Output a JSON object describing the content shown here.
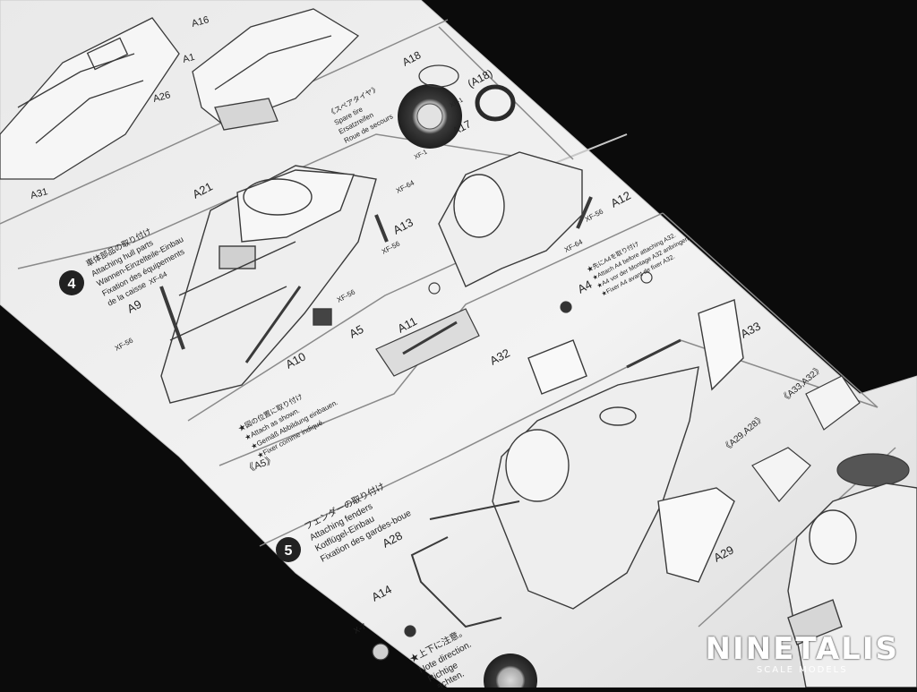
{
  "photo": {
    "background_color": "#0b0b0b",
    "paper_color": "#efefef",
    "line_color": "#3a3a3a",
    "part_fill": "#bdbdbd"
  },
  "watermark": {
    "brand": "NINETALIS",
    "sub": "SCALE MODELS"
  },
  "sheet": {
    "step4": {
      "number": "4",
      "titles": [
        "車体部品の取り付け",
        "Attaching hull parts",
        "Wannen-Einzelteile-Einbau",
        "Fixation des équipements",
        "de la caisse"
      ],
      "part_labels": [
        "A21",
        "A13",
        "A12",
        "A9",
        "A10",
        "A5",
        "A11",
        "XF-64",
        "XF-56",
        "XF-56",
        "XF-64",
        "XF-56",
        "XF-64",
        "XF-56"
      ],
      "note_lines": [
        "★図の位置に取り付け",
        "★Attach as shown.",
        "★Gemäß Abbildung einbauen.",
        "★Fixer comme indiqué."
      ],
      "ref": "《A5》"
    },
    "spare": {
      "titles": [
        "《スペアタイヤ》",
        "Spare tire",
        "Ersatzreifen",
        "Roue de secours"
      ],
      "part_labels": [
        "A18",
        "(A18)",
        "A17",
        "XF-1",
        "XF-1"
      ]
    },
    "step5": {
      "number": "5",
      "titles": [
        "フェンダーの取り付け",
        "Attaching fenders",
        "Kotflügel-Einbau",
        "Fixation des gardes-boue"
      ],
      "part_labels": [
        "A4",
        "A32",
        "A33",
        "A28",
        "A14",
        "A29",
        "X-7"
      ],
      "note_lines": [
        "★先にA4を取り付け",
        "★Attach A4 before attaching A32.",
        "★A4 vor der Montage A32 anbringen.",
        "★Fixer A4 avant de fixer A32."
      ],
      "refs": [
        "《A29,A28》",
        "《A33,A32》"
      ],
      "bottom_lines": [
        "★上下に注意。",
        "Note direction.",
        "Richtige",
        "achten."
      ]
    },
    "top_labels": [
      "A16",
      "A1",
      "A26",
      "A31"
    ]
  }
}
